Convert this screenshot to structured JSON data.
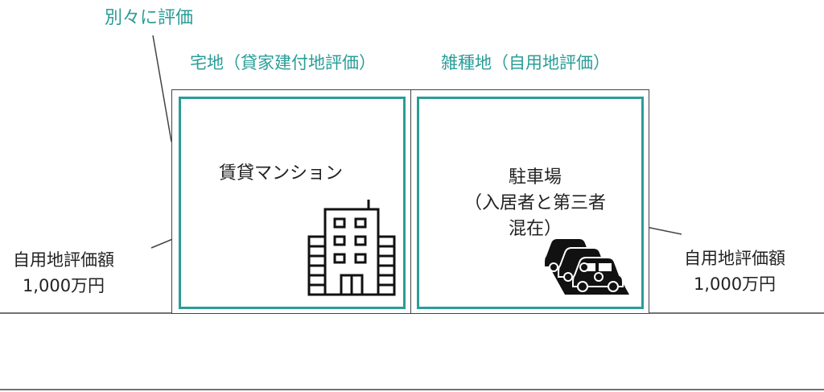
{
  "callout_label": "別々に評価",
  "lots": [
    {
      "label": "宅地（貸家建付地評価）",
      "content": "賃貸マンション",
      "icon": "apartment-building-icon"
    },
    {
      "label": "雑種地（自用地評価）",
      "content_lines": [
        "駐車場",
        "（入居者と第三者",
        "混在）"
      ],
      "icon": "parked-cars-icon"
    }
  ],
  "left_value": {
    "line1": "自用地評価額",
    "line2": "1,000万円"
  },
  "right_value": {
    "line1": "自用地評価額",
    "line2": "1,000万円"
  },
  "colors": {
    "accent": "#2a9d97",
    "border": "#444444",
    "text": "#222222"
  }
}
